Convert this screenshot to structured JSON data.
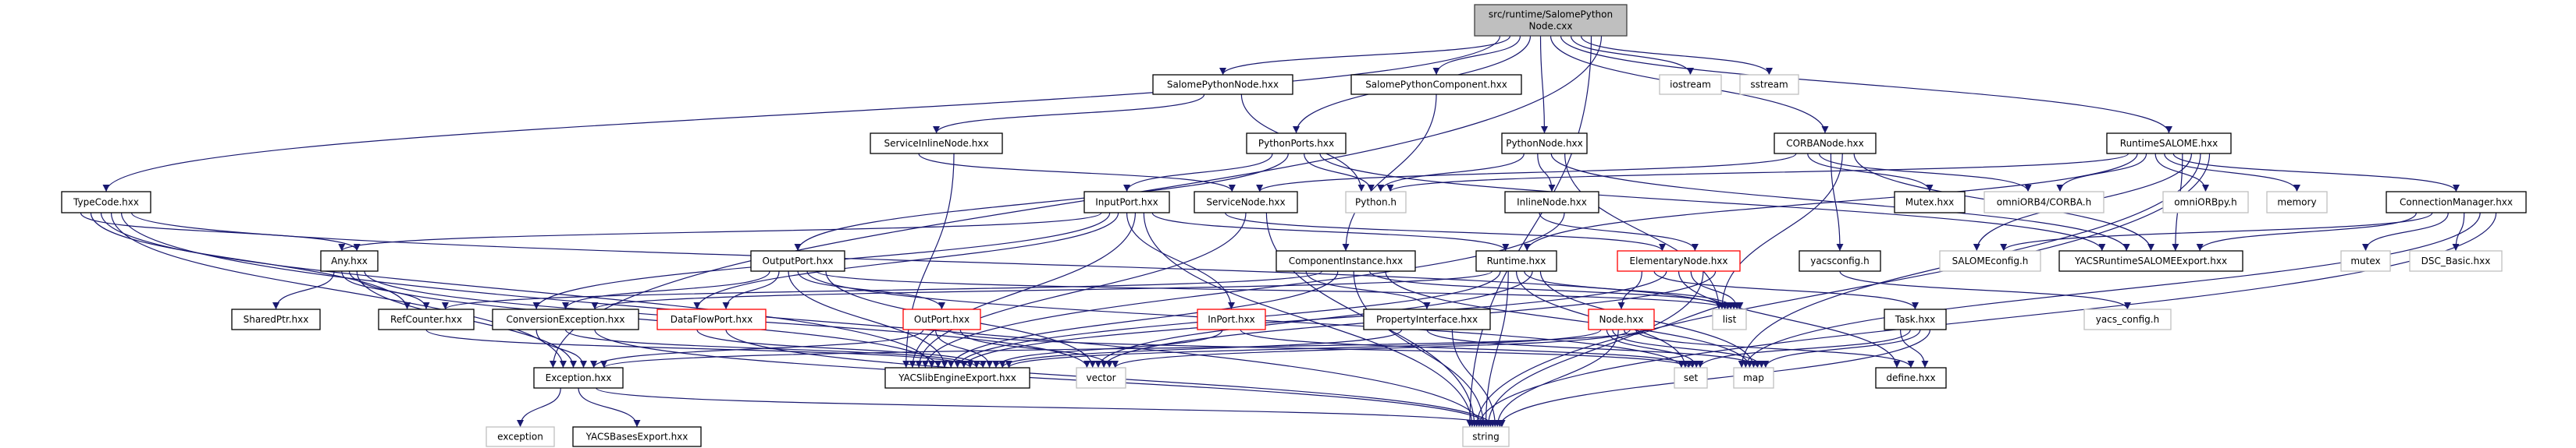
{
  "graph": {
    "edge_color": "#191970",
    "styles": {
      "root": {
        "fill": "#bfbfbf",
        "stroke": "#404040"
      },
      "normal": {
        "fill": "#ffffff",
        "stroke": "#000000"
      },
      "external": {
        "fill": "#ffffff",
        "stroke": "#bfbfbf"
      },
      "incomplete": {
        "fill": "#ffffff",
        "stroke": "#ff0000"
      }
    },
    "nodes": [
      {
        "id": "root",
        "label": [
          "src/runtime/SalomePython",
          "Node.cxx"
        ],
        "style": "root"
      },
      {
        "id": "SalomePythonNode",
        "label": [
          "SalomePythonNode.hxx"
        ],
        "style": "normal"
      },
      {
        "id": "SalomePythonComponent",
        "label": [
          "SalomePythonComponent.hxx"
        ],
        "style": "normal"
      },
      {
        "id": "iostream",
        "label": [
          "iostream"
        ],
        "style": "external"
      },
      {
        "id": "sstream",
        "label": [
          "sstream"
        ],
        "style": "external"
      },
      {
        "id": "ServiceInlineNode",
        "label": [
          "ServiceInlineNode.hxx"
        ],
        "style": "normal"
      },
      {
        "id": "PythonPorts",
        "label": [
          "PythonPorts.hxx"
        ],
        "style": "normal"
      },
      {
        "id": "PythonNode",
        "label": [
          "PythonNode.hxx"
        ],
        "style": "normal"
      },
      {
        "id": "CORBANode",
        "label": [
          "CORBANode.hxx"
        ],
        "style": "normal"
      },
      {
        "id": "RuntimeSALOME",
        "label": [
          "RuntimeSALOME.hxx"
        ],
        "style": "normal"
      },
      {
        "id": "TypeCode",
        "label": [
          "TypeCode.hxx"
        ],
        "style": "normal"
      },
      {
        "id": "InputPort",
        "label": [
          "InputPort.hxx"
        ],
        "style": "normal"
      },
      {
        "id": "ServiceNode",
        "label": [
          "ServiceNode.hxx"
        ],
        "style": "normal"
      },
      {
        "id": "PythonH",
        "label": [
          "Python.h"
        ],
        "style": "external"
      },
      {
        "id": "InlineNode",
        "label": [
          "InlineNode.hxx"
        ],
        "style": "normal"
      },
      {
        "id": "Mutex",
        "label": [
          "Mutex.hxx"
        ],
        "style": "normal"
      },
      {
        "id": "omniORB4",
        "label": [
          "omniORB4/CORBA.h"
        ],
        "style": "external"
      },
      {
        "id": "omniORBpy",
        "label": [
          "omniORBpy.h"
        ],
        "style": "external"
      },
      {
        "id": "memory",
        "label": [
          "memory"
        ],
        "style": "external"
      },
      {
        "id": "ConnectionManager",
        "label": [
          "ConnectionManager.hxx"
        ],
        "style": "normal"
      },
      {
        "id": "Any",
        "label": [
          "Any.hxx"
        ],
        "style": "normal"
      },
      {
        "id": "OutputPort",
        "label": [
          "OutputPort.hxx"
        ],
        "style": "normal"
      },
      {
        "id": "ComponentInstance",
        "label": [
          "ComponentInstance.hxx"
        ],
        "style": "normal"
      },
      {
        "id": "Runtime",
        "label": [
          "Runtime.hxx"
        ],
        "style": "normal"
      },
      {
        "id": "ElementaryNode",
        "label": [
          "ElementaryNode.hxx"
        ],
        "style": "incomplete"
      },
      {
        "id": "yacsconfig",
        "label": [
          "yacsconfig.h"
        ],
        "style": "normal"
      },
      {
        "id": "SALOMEconfig",
        "label": [
          "SALOMEconfig.h"
        ],
        "style": "external"
      },
      {
        "id": "YACSRuntimeSALOMEExport",
        "label": [
          "YACSRuntimeSALOMEExport.hxx"
        ],
        "style": "normal"
      },
      {
        "id": "mutex",
        "label": [
          "mutex"
        ],
        "style": "external"
      },
      {
        "id": "DSC_Basic",
        "label": [
          "DSC_Basic.hxx"
        ],
        "style": "external"
      },
      {
        "id": "SharedPtr",
        "label": [
          "SharedPtr.hxx"
        ],
        "style": "normal"
      },
      {
        "id": "RefCounter",
        "label": [
          "RefCounter.hxx"
        ],
        "style": "normal"
      },
      {
        "id": "ConversionException",
        "label": [
          "ConversionException.hxx"
        ],
        "style": "normal"
      },
      {
        "id": "DataFlowPort",
        "label": [
          "DataFlowPort.hxx"
        ],
        "style": "incomplete"
      },
      {
        "id": "OutPort",
        "label": [
          "OutPort.hxx"
        ],
        "style": "incomplete"
      },
      {
        "id": "InPort",
        "label": [
          "InPort.hxx"
        ],
        "style": "incomplete"
      },
      {
        "id": "PropertyInterface",
        "label": [
          "PropertyInterface.hxx"
        ],
        "style": "normal"
      },
      {
        "id": "Node",
        "label": [
          "Node.hxx"
        ],
        "style": "incomplete"
      },
      {
        "id": "list",
        "label": [
          "list"
        ],
        "style": "external"
      },
      {
        "id": "Task",
        "label": [
          "Task.hxx"
        ],
        "style": "normal"
      },
      {
        "id": "yacs_config",
        "label": [
          "yacs_config.h"
        ],
        "style": "external"
      },
      {
        "id": "Exception",
        "label": [
          "Exception.hxx"
        ],
        "style": "normal"
      },
      {
        "id": "YACSlibEngineExport",
        "label": [
          "YACSlibEngineExport.hxx"
        ],
        "style": "normal"
      },
      {
        "id": "vector",
        "label": [
          "vector"
        ],
        "style": "external"
      },
      {
        "id": "set",
        "label": [
          "set"
        ],
        "style": "external"
      },
      {
        "id": "map",
        "label": [
          "map"
        ],
        "style": "external"
      },
      {
        "id": "define",
        "label": [
          "define.hxx"
        ],
        "style": "normal"
      },
      {
        "id": "exception",
        "label": [
          "exception"
        ],
        "style": "external"
      },
      {
        "id": "YACSBasesExport",
        "label": [
          "YACSBasesExport.hxx"
        ],
        "style": "normal"
      },
      {
        "id": "string",
        "label": [
          "string"
        ],
        "style": "external"
      }
    ],
    "edges": [
      [
        "root",
        "TypeCode"
      ],
      [
        "root",
        "SalomePythonNode"
      ],
      [
        "root",
        "SalomePythonComponent"
      ],
      [
        "root",
        "PythonPorts"
      ],
      [
        "root",
        "PythonNode"
      ],
      [
        "root",
        "CORBANode"
      ],
      [
        "root",
        "RuntimeSALOME"
      ],
      [
        "root",
        "iostream"
      ],
      [
        "root",
        "sstream"
      ],
      [
        "root",
        "string"
      ],
      [
        "root",
        "Exception"
      ],
      [
        "SalomePythonNode",
        "ServiceInlineNode"
      ],
      [
        "SalomePythonNode",
        "PythonH"
      ],
      [
        "SalomePythonComponent",
        "ComponentInstance"
      ],
      [
        "ServiceInlineNode",
        "ServiceNode"
      ],
      [
        "ServiceInlineNode",
        "YACSlibEngineExport"
      ],
      [
        "PythonPorts",
        "InputPort"
      ],
      [
        "PythonPorts",
        "OutputPort"
      ],
      [
        "PythonPorts",
        "PythonH"
      ],
      [
        "PythonPorts",
        "YACSRuntimeSALOMEExport"
      ],
      [
        "PythonNode",
        "PythonH"
      ],
      [
        "PythonNode",
        "InlineNode"
      ],
      [
        "PythonNode",
        "YACSRuntimeSALOMEExport"
      ],
      [
        "PythonNode",
        "list"
      ],
      [
        "InputPort",
        "Any"
      ],
      [
        "InputPort",
        "ConversionException"
      ],
      [
        "InputPort",
        "DataFlowPort"
      ],
      [
        "InputPort",
        "InPort"
      ],
      [
        "InputPort",
        "YACSlibEngineExport"
      ],
      [
        "InputPort",
        "string"
      ],
      [
        "InputPort",
        "Runtime"
      ],
      [
        "ServiceNode",
        "ElementaryNode"
      ],
      [
        "ServiceNode",
        "YACSlibEngineExport"
      ],
      [
        "ServiceNode",
        "string"
      ],
      [
        "InlineNode",
        "ElementaryNode"
      ],
      [
        "InlineNode",
        "YACSlibEngineExport"
      ],
      [
        "CORBANode",
        "ServiceNode"
      ],
      [
        "CORBANode",
        "Mutex"
      ],
      [
        "CORBANode",
        "omniORB4"
      ],
      [
        "CORBANode",
        "yacsconfig"
      ],
      [
        "CORBANode",
        "list"
      ],
      [
        "CORBANode",
        "YACSRuntimeSALOMEExport"
      ],
      [
        "RuntimeSALOME",
        "PythonH"
      ],
      [
        "RuntimeSALOME",
        "Runtime"
      ],
      [
        "RuntimeSALOME",
        "omniORB4"
      ],
      [
        "RuntimeSALOME",
        "omniORBpy"
      ],
      [
        "RuntimeSALOME",
        "memory"
      ],
      [
        "RuntimeSALOME",
        "ConnectionManager"
      ],
      [
        "RuntimeSALOME",
        "YACSRuntimeSALOMEExport"
      ],
      [
        "RuntimeSALOME",
        "SALOMEconfig"
      ],
      [
        "RuntimeSALOME",
        "map"
      ],
      [
        "RuntimeSALOME",
        "string"
      ],
      [
        "ConnectionManager",
        "YACSRuntimeSALOMEExport"
      ],
      [
        "ConnectionManager",
        "SALOMEconfig"
      ],
      [
        "ConnectionManager",
        "mutex"
      ],
      [
        "ConnectionManager",
        "DSC_Basic"
      ],
      [
        "ConnectionManager",
        "map"
      ],
      [
        "ConnectionManager",
        "string"
      ],
      [
        "TypeCode",
        "Any"
      ],
      [
        "TypeCode",
        "RefCounter"
      ],
      [
        "TypeCode",
        "YACSlibEngineExport"
      ],
      [
        "TypeCode",
        "Exception"
      ],
      [
        "TypeCode",
        "string"
      ],
      [
        "TypeCode",
        "list"
      ],
      [
        "Any",
        "SharedPtr"
      ],
      [
        "Any",
        "RefCounter"
      ],
      [
        "Any",
        "YACSlibEngineExport"
      ],
      [
        "Any",
        "Exception"
      ],
      [
        "Any",
        "vector"
      ],
      [
        "OutputPort",
        "ConversionException"
      ],
      [
        "OutputPort",
        "DataFlowPort"
      ],
      [
        "OutputPort",
        "YACSlibEngineExport"
      ],
      [
        "OutputPort",
        "OutPort"
      ],
      [
        "OutputPort",
        "set"
      ],
      [
        "OutputPort",
        "list"
      ],
      [
        "OutputPort",
        "vector"
      ],
      [
        "ComponentInstance",
        "PropertyInterface"
      ],
      [
        "ComponentInstance",
        "RefCounter"
      ],
      [
        "ComponentInstance",
        "YACSlibEngineExport"
      ],
      [
        "ComponentInstance",
        "string"
      ],
      [
        "ComponentInstance",
        "list"
      ],
      [
        "ComponentInstance",
        "map"
      ],
      [
        "Runtime",
        "ConversionException"
      ],
      [
        "Runtime",
        "YACSlibEngineExport"
      ],
      [
        "Runtime",
        "string"
      ],
      [
        "Runtime",
        "set"
      ],
      [
        "Runtime",
        "list"
      ],
      [
        "Runtime",
        "vector"
      ],
      [
        "Runtime",
        "map"
      ],
      [
        "ElementaryNode",
        "Node"
      ],
      [
        "ElementaryNode",
        "Task"
      ],
      [
        "ElementaryNode",
        "YACSlibEngineExport"
      ],
      [
        "ElementaryNode",
        "define"
      ],
      [
        "ElementaryNode",
        "list"
      ],
      [
        "ElementaryNode",
        "string"
      ],
      [
        "ElementaryNode",
        "vector"
      ],
      [
        "yacsconfig",
        "yacs_config"
      ],
      [
        "RefCounter",
        "YACSlibEngineExport"
      ],
      [
        "ConversionException",
        "Exception"
      ],
      [
        "ConversionException",
        "YACSlibEngineExport"
      ],
      [
        "ConversionException",
        "string"
      ],
      [
        "DataFlowPort",
        "YACSlibEngineExport"
      ],
      [
        "DataFlowPort",
        "string"
      ],
      [
        "OutPort",
        "Exception"
      ],
      [
        "OutPort",
        "YACSlibEngineExport"
      ],
      [
        "OutPort",
        "set"
      ],
      [
        "OutPort",
        "vector"
      ],
      [
        "InPort",
        "YACSlibEngineExport"
      ],
      [
        "InPort",
        "set"
      ],
      [
        "PropertyInterface",
        "YACSlibEngineExport"
      ],
      [
        "PropertyInterface",
        "map"
      ],
      [
        "PropertyInterface",
        "string"
      ],
      [
        "Node",
        "YACSlibEngineExport"
      ],
      [
        "Node",
        "set"
      ],
      [
        "Node",
        "map"
      ],
      [
        "Node",
        "string"
      ],
      [
        "Node",
        "list"
      ],
      [
        "Node",
        "vector"
      ],
      [
        "Node",
        "define"
      ],
      [
        "Node",
        "Exception"
      ],
      [
        "Task",
        "define"
      ],
      [
        "Task",
        "set"
      ],
      [
        "Task",
        "map"
      ],
      [
        "Task",
        "string"
      ],
      [
        "Exception",
        "exception"
      ],
      [
        "Exception",
        "YACSBasesExport"
      ],
      [
        "Exception",
        "string"
      ]
    ]
  }
}
